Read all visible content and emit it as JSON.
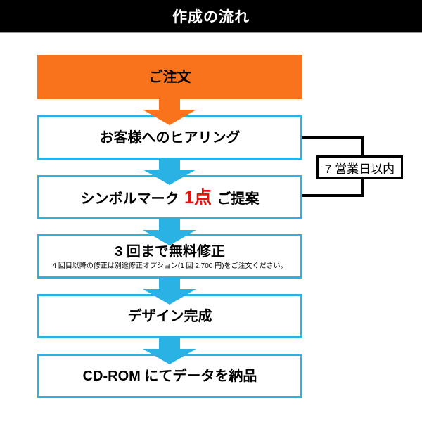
{
  "header": {
    "title": "作成の流れ"
  },
  "colors": {
    "orange": "#F8731B",
    "cyan": "#29B2E3",
    "red": "#E8120D",
    "ink": "#000000"
  },
  "flow": {
    "steps": [
      {
        "id": "order",
        "label": "ご注文"
      },
      {
        "id": "hearing",
        "label": "お客様へのヒアリング"
      },
      {
        "id": "proposal",
        "label_before": "シンボルマーク ",
        "label_highlight": "1点",
        "label_after": " ご提案"
      },
      {
        "id": "revisions",
        "label": "3 回まで無料修正",
        "note": "4 回目以降の修正は別途修正オプション(1 回 2,700 円)をご注文ください。"
      },
      {
        "id": "design_complete",
        "label": "デザイン完成"
      },
      {
        "id": "delivery",
        "label": "CD-ROM にてデータを納品"
      }
    ],
    "bracket_label": "7 営業日以内"
  }
}
